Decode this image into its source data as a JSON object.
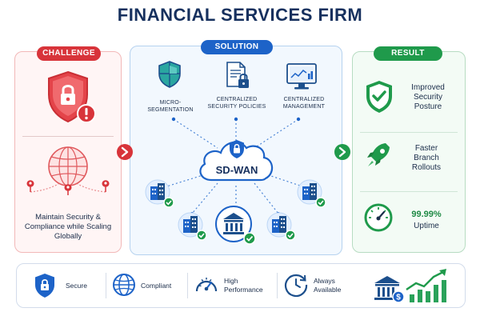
{
  "title": "FINANCIAL SERVICES FIRM",
  "challenge": {
    "badge": "CHALLENGE",
    "text": "Maintain Security & Compliance while Scaling Globally"
  },
  "solution": {
    "badge": "SOLUTION",
    "features": [
      {
        "label": "MICRO-SEGMENTATION",
        "icon": "shield-icon"
      },
      {
        "label": "CENTRALIZED SECURITY POLICIES",
        "icon": "document-lock-icon"
      },
      {
        "label": "CENTRALIZED MANAGEMENT",
        "icon": "monitor-chart-icon"
      }
    ],
    "hub": "SD-WAN"
  },
  "result": {
    "badge": "RESULT",
    "items": [
      {
        "text": "Improved Security Posture",
        "icon": "shield-check-icon"
      },
      {
        "text": "Faster Branch Rollouts",
        "icon": "rocket-icon"
      },
      {
        "value": "99.99%",
        "text": "Uptime",
        "icon": "speedometer-icon"
      }
    ]
  },
  "benefits": [
    {
      "label": "Secure",
      "icon": "shield-lock-icon"
    },
    {
      "label": "Compliant",
      "icon": "globe-icon"
    },
    {
      "label": "High Performance",
      "icon": "gauge-icon"
    },
    {
      "label": "Always Available",
      "icon": "clock-icon"
    }
  ],
  "colors": {
    "navy": "#16305e",
    "red": "#d8343a",
    "blue": "#1d63c8",
    "green": "#1f9a4b"
  }
}
